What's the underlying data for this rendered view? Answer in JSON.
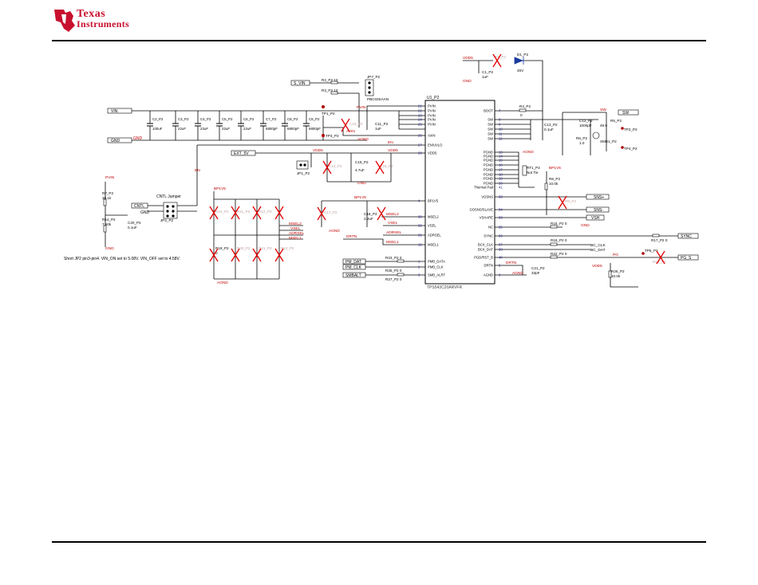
{
  "brand": {
    "line1": "Texas",
    "line2": "Instruments"
  },
  "colors": {
    "wire": "#000000",
    "net": "#c00000",
    "pinnum": "#1a1a8a",
    "dnp": "#e00000",
    "logo": "#c8102e",
    "ghost": "#c0a0a0"
  },
  "ic": {
    "ref": "U1_P2",
    "part": "TPS543C20ARVFR",
    "left_pins": [
      {
        "num": "21",
        "name": "PVIN"
      },
      {
        "num": "22",
        "name": "PVIN"
      },
      {
        "num": "23",
        "name": "PVIN"
      },
      {
        "num": "24",
        "name": "PVIN"
      },
      {
        "num": "25",
        "name": "PVIN"
      },
      {
        "num": "26",
        "name": "AVIN"
      },
      {
        "num": "27",
        "name": "EN/UVLO"
      },
      {
        "num": "28",
        "name": "VDD5"
      },
      {
        "num": "4",
        "name": "BP1V5"
      },
      {
        "num": "39",
        "name": "MSEL2"
      },
      {
        "num": "32",
        "name": "VSEL"
      },
      {
        "num": "31",
        "name": "ADRSEL"
      },
      {
        "num": "12",
        "name": "MSEL1"
      },
      {
        "num": "1",
        "name": "PMB_DATA"
      },
      {
        "num": "2",
        "name": "PMB_CLK"
      },
      {
        "num": "3",
        "name": "SMB_ALRT"
      }
    ],
    "right_pins": [
      {
        "num": "7",
        "name": "BOOT"
      },
      {
        "num": "8",
        "name": "SW"
      },
      {
        "num": "9",
        "name": "SW"
      },
      {
        "num": "10",
        "name": "SW"
      },
      {
        "num": "11",
        "name": "SW"
      },
      {
        "num": "12",
        "name": "SW"
      },
      {
        "num": "13",
        "name": "PGND"
      },
      {
        "num": "14",
        "name": "PGND"
      },
      {
        "num": "15",
        "name": "PGND"
      },
      {
        "num": "16",
        "name": "PGND"
      },
      {
        "num": "17",
        "name": "PGND"
      },
      {
        "num": "18",
        "name": "PGND"
      },
      {
        "num": "19",
        "name": "PGND"
      },
      {
        "num": "20",
        "name": "PGND"
      },
      {
        "num": "41",
        "name": "Thermal Pad"
      },
      {
        "num": "33",
        "name": "VOSNS"
      },
      {
        "num": "34",
        "name": "GOSNS/SLAVE"
      },
      {
        "num": "33",
        "name": "VSHARE"
      },
      {
        "num": "35",
        "name": "NC"
      },
      {
        "num": "36",
        "name": "SYNC"
      },
      {
        "num": "37",
        "name": "BCX_CLK"
      },
      {
        "num": "38",
        "name": "BCX_DAT"
      },
      {
        "num": "40",
        "name": "PGD/RST_B"
      },
      {
        "num": "5",
        "name": "DRTN"
      },
      {
        "num": "6",
        "name": "AGND"
      }
    ]
  },
  "input_caps": [
    {
      "ref": "C2_P2",
      "value": "100uF"
    },
    {
      "ref": "C3_P2",
      "value": "22uF"
    },
    {
      "ref": "C4_P2",
      "value": "22uF"
    },
    {
      "ref": "C5_P2",
      "value": "22uF"
    },
    {
      "ref": "C6_P2",
      "value": "22uF"
    },
    {
      "ref": "C7_P2",
      "value": "6800pF"
    },
    {
      "ref": "C8_P2",
      "value": "6800pF"
    },
    {
      "ref": "C9_P2",
      "value": "6800pF"
    }
  ],
  "labels": {
    "vin": "VIN",
    "gnd": "GND",
    "pvin": "PVIN",
    "avin": "AVIN",
    "en": "EN",
    "vdd5": "VDD5",
    "bp1v5": "BP1V5",
    "agnd": "AGND",
    "sw": "SW",
    "ext5v": "EXT_5V",
    "s_vin": "S_VIN",
    "cntl": "CNTL",
    "cntl_jumper": "CNTL Jumper",
    "msel2": "MSEL2",
    "vsel": "VSEL",
    "adrsel": "ADRSEL",
    "msel1": "MSEL1",
    "drtn": "DRTN",
    "pg": "PG",
    "pg_s": "PG_S",
    "sync": "SYNC",
    "sns_p": "SNS+",
    "sns_m": "SNS-",
    "vsh": "VSH",
    "bc_clk": "BC_CLK",
    "bc_dat": "BC_DAT",
    "pm_dat": "PM_DAT",
    "pm_clk": "PM_CLK",
    "smbalt": "SMBALT"
  },
  "parts": {
    "r2": {
      "ref": "R2_P2",
      "value": "10"
    },
    "r3": {
      "ref": "R3_P2",
      "value": "10"
    },
    "jp7": {
      "ref": "JP7_P2",
      "part": "PBC03SAAN"
    },
    "tp1": "TP1_P2",
    "tp3": "TP3_P2",
    "tp2": "TP2_P2",
    "tp4": "TP4_P2",
    "tp5": "TP5_P2",
    "c11": {
      "ref": "C11_P2",
      "value": "1uF"
    },
    "c10": {
      "ref": "C10_P2",
      "value": "1uF"
    },
    "c1": {
      "ref": "C1_P2",
      "value": "1uF"
    },
    "d1": {
      "ref": "D1_P2",
      "value": "45V"
    },
    "r1": {
      "ref": "R1_P2"
    },
    "r4": {
      "ref": "R4_P2",
      "value": "0"
    },
    "c13": {
      "ref": "C13_P2",
      "value": "0.1uF"
    },
    "c12": {
      "ref": "C12_P2",
      "value": "1000pF"
    },
    "r5": {
      "ref": "R5_P2",
      "value": "49.9"
    },
    "r6": {
      "ref": "R6_P2",
      "value": "1.0"
    },
    "smb1": "SMB1_P2",
    "c15": {
      "ref": "C15_P2",
      "value": "4.7uF"
    },
    "c14": {
      "ref": "C14_P2"
    },
    "c16": {
      "ref": "C16_P2"
    },
    "jp1": "JP1_P2",
    "c18": {
      "ref": "C18_P2",
      "value": "2.2uF"
    },
    "c17": {
      "ref": "C17_P2"
    },
    "rt1": {
      "ref": "RT1_P2",
      "value": "Not Tie"
    },
    "r8": {
      "ref": "R8_P2",
      "value": "10.0k"
    },
    "r9": {
      "ref": "R9_P2"
    },
    "r15": {
      "ref": "R15_P2",
      "value": "0"
    },
    "r16": {
      "ref": "R16_P2",
      "value": "0"
    },
    "r22": {
      "ref": "R22_P2",
      "value": "0"
    },
    "r17": {
      "ref": "R17_P2",
      "value": "0"
    },
    "r18": {
      "ref": "R18_P2"
    },
    "r26": {
      "ref": "R26_P2",
      "value": "10.0k"
    },
    "c21": {
      "ref": "C21_P2",
      "value": "33pF"
    },
    "r23": {
      "ref": "R23_P2",
      "value": "0"
    },
    "r25": {
      "ref": "R25_P2",
      "value": "0"
    },
    "r27": {
      "ref": "R27_P2",
      "value": "0"
    },
    "r19": {
      "ref": "R19_P2",
      "value": "0"
    },
    "r20": {
      "ref": "R20_P2"
    },
    "r21": {
      "ref": "R21_P2"
    },
    "r10": {
      "ref": "R10_P2"
    },
    "r11": {
      "ref": "R11_P2"
    },
    "r12": {
      "ref": "R12_P2"
    },
    "r13": {
      "ref": "R13_P2"
    },
    "r14": {
      "ref": "R14_P2",
      "value": "7.50k"
    },
    "r7": {
      "ref": "R7_P2",
      "value": "30.1k"
    },
    "c20": {
      "ref": "C20_P2",
      "value": "0.1uF"
    },
    "jp2": "JP2_P2"
  },
  "note": "Short JP2 pin3-pin4. VIN_ON set to 5.08V.  VIN_OFF set to 4.58V."
}
